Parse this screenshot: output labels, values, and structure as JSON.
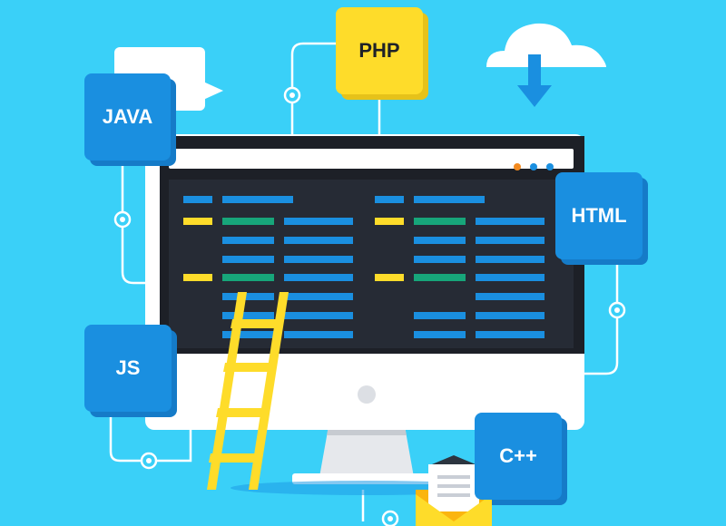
{
  "tags": {
    "java": "JAVA",
    "php": "PHP",
    "html": "HTML",
    "js": "JS",
    "cpp": "C++"
  },
  "colors": {
    "background": "#3ad0f8",
    "tag_blue": "#1a8fe0",
    "tag_yellow": "#fedc2a",
    "screen": "#262b35",
    "monitor_body": "#ffffff",
    "code_blue": "#1a8fe0",
    "code_green": "#17a67a",
    "code_yellow": "#fedc2a",
    "ladder": "#fedc2a"
  },
  "icons": [
    "cloud-download-icon",
    "speech-bubble-icon",
    "envelope-icon",
    "ladder-icon",
    "window-dots-icon"
  ]
}
